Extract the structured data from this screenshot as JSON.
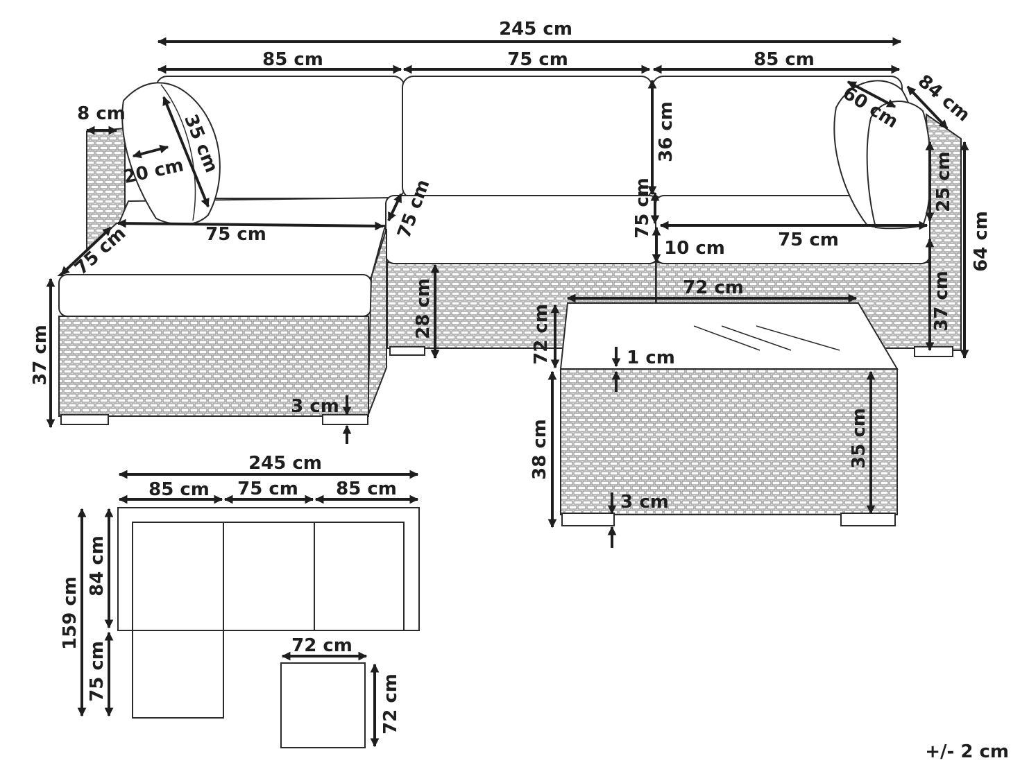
{
  "tolerance": "+/- 2 cm",
  "diagram": {
    "dim_total_width": "245 cm",
    "dim_left_seat_width": "85 cm",
    "dim_middle_seat_width": "75 cm",
    "dim_right_seat_width": "85 cm",
    "dim_depth": "84 cm",
    "dim_pillow_width": "60 cm",
    "dim_armrest": "8 cm",
    "dim_cushion_height": "35 cm",
    "dim_pillow_thickness": "20 cm",
    "dim_backrest_height": "36 cm",
    "dim_arm_height": "25 cm",
    "dim_overall_height": "64 cm",
    "dim_seat_depth_mid": "75 cm",
    "dim_seat_depth_right": "75 cm",
    "dim_right_seat_inner": "75 cm",
    "dim_seat_cushion": "10 cm",
    "dim_ottoman_width": "75 cm",
    "dim_ottoman_depth": "75 cm",
    "dim_ottoman_height": "37 cm",
    "dim_ottoman_feet": "3 cm",
    "dim_middle_base": "28 cm",
    "dim_side_height": "37 cm",
    "dim_table_width": "72 cm",
    "dim_table_depth": "72 cm",
    "dim_table_glass": "1 cm",
    "dim_table_height": "38 cm",
    "dim_table_body": "35 cm",
    "dim_table_feet": "3 cm"
  },
  "plan": {
    "dim_total_width": "245 cm",
    "dim_left": "85 cm",
    "dim_middle": "75 cm",
    "dim_right": "85 cm",
    "dim_total_depth": "159 cm",
    "dim_sofa_depth": "84 cm",
    "dim_ottoman_depth": "75 cm",
    "dim_table_width": "72 cm",
    "dim_table_depth": "72 cm"
  }
}
